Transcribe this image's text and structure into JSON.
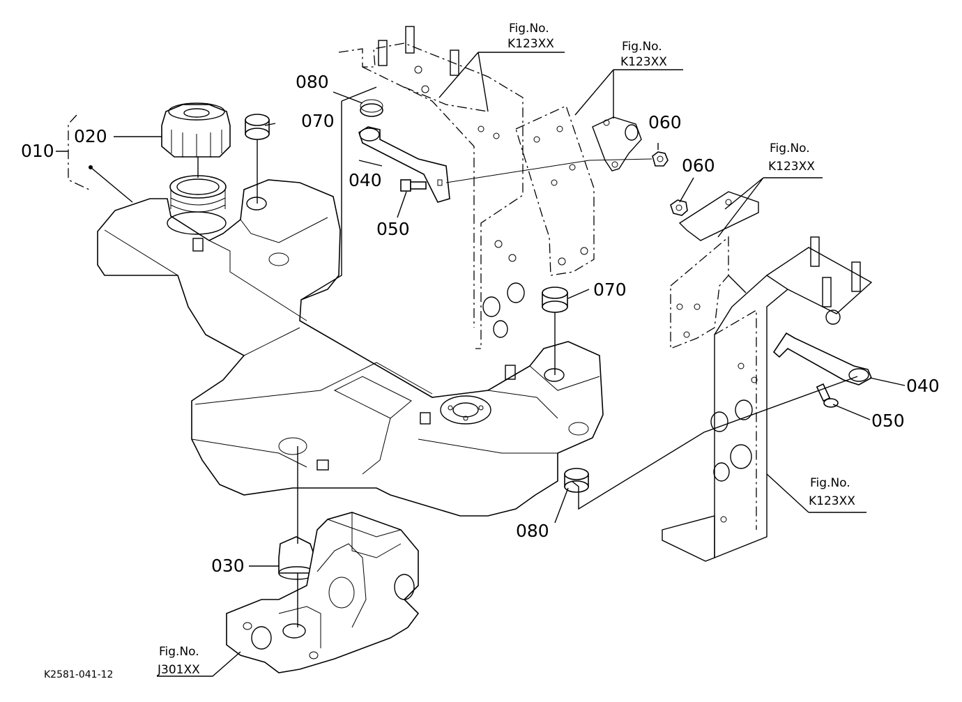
{
  "reference_code": "K2581-041-12",
  "callouts": {
    "c010": "010",
    "c020": "020",
    "c030": "030",
    "c040a": "040",
    "c040b": "040",
    "c050a": "050",
    "c050b": "050",
    "c060a": "060",
    "c060b": "060",
    "c070a": "070",
    "c070b": "070",
    "c080a": "080",
    "c080b": "080"
  },
  "figure_refs": [
    {
      "label": "Fig.No.",
      "code": "K123XX"
    },
    {
      "label": "Fig.No.",
      "code": "K123XX"
    },
    {
      "label": "Fig.No.",
      "code": "K123XX"
    },
    {
      "label": "Fig.No.",
      "code": "K123XX"
    },
    {
      "label": "Fig.No.",
      "code": "J301XX"
    }
  ]
}
